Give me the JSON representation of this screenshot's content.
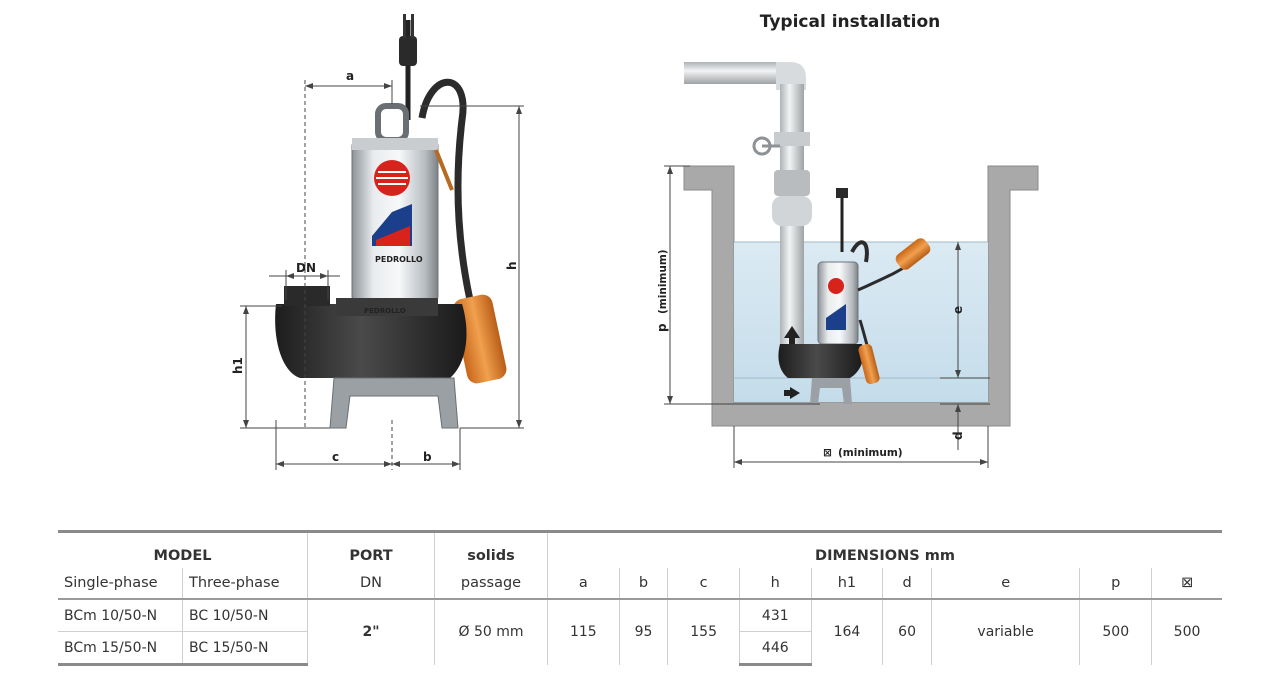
{
  "diagram": {
    "title": "Typical installation",
    "pump_labels": {
      "a": "a",
      "h": "h",
      "dn": "DN",
      "h1": "h1",
      "c": "c",
      "b": "b"
    },
    "install_labels": {
      "p": "p",
      "p_note": "(minimum)",
      "e": "e",
      "d": "d",
      "width_symbol": "⊠",
      "width_note": "(minimum)"
    },
    "brand": "PEDROLLO"
  },
  "table": {
    "headers": {
      "model": "MODEL",
      "single_phase": "Single-phase",
      "three_phase": "Three-phase",
      "port_line1": "PORT",
      "port_line2": "DN",
      "solids_line1": "solids",
      "solids_line2": "passage",
      "dimensions": "DIMENSIONS mm",
      "cols": [
        "a",
        "b",
        "c",
        "h",
        "h1",
        "d",
        "e",
        "p",
        "⊠"
      ]
    },
    "rows": [
      {
        "single": "BCm 10/50-N",
        "three": "BC 10/50-N",
        "h": "431"
      },
      {
        "single": "BCm 15/50-N",
        "three": "BC 15/50-N",
        "h": "446"
      }
    ],
    "shared": {
      "port": "2\"",
      "solids": "Ø 50 mm",
      "a": "115",
      "b": "95",
      "c": "155",
      "h1": "164",
      "d": "60",
      "e": "variable",
      "p": "500",
      "w": "500"
    }
  }
}
